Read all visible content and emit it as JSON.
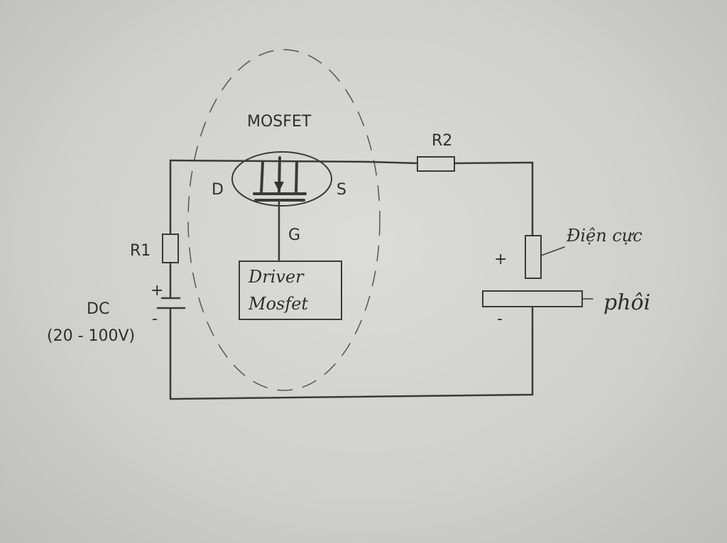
{
  "diagram": {
    "labels": {
      "mosfet_title": "MOSFET",
      "drain": "D",
      "source": "S",
      "gate": "G",
      "r1": "R1",
      "r2": "R2",
      "dc": "DC",
      "dc_range": "(20 - 100V)",
      "driver_line1": "Driver",
      "driver_line2": "Mosfet",
      "electrode": "Điện cực",
      "workpiece": "phôi",
      "plus_source": "+",
      "minus_source": "-",
      "plus_load": "+",
      "minus_load": "-"
    }
  }
}
